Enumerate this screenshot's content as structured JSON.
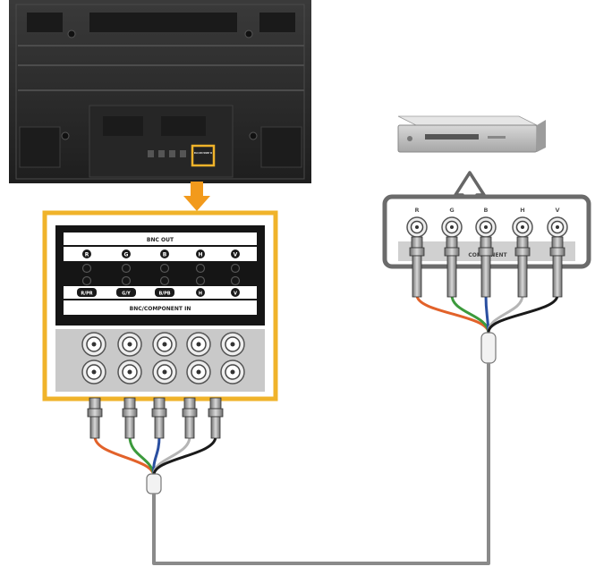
{
  "panel": {
    "out_header": "BNC OUT",
    "in_header": "BNC/COMPONENT IN",
    "out_row_labels": [
      "R",
      "G",
      "B",
      "H",
      "V"
    ],
    "in_row_labels": [
      "R/PR",
      "G/Y",
      "B/PB",
      "H",
      "V"
    ]
  },
  "device": {
    "channel_labels": [
      "R",
      "G",
      "B",
      "H",
      "V"
    ],
    "connector_label": "COMPONENT"
  },
  "tv": {
    "port_label": "BNC/COM PONENT IN"
  },
  "colors": {
    "highlight": "#f0b32a",
    "arrow": "#f29a1c",
    "tv_body": "#2b2b2b",
    "cable_gray": "#8a8a8a",
    "wire_red": "#e2622a",
    "wire_green": "#3c9a3c",
    "wire_blue": "#2a4fa0",
    "wire_black": "#1a1a1a",
    "wire_gray": "#b5b5b5"
  }
}
